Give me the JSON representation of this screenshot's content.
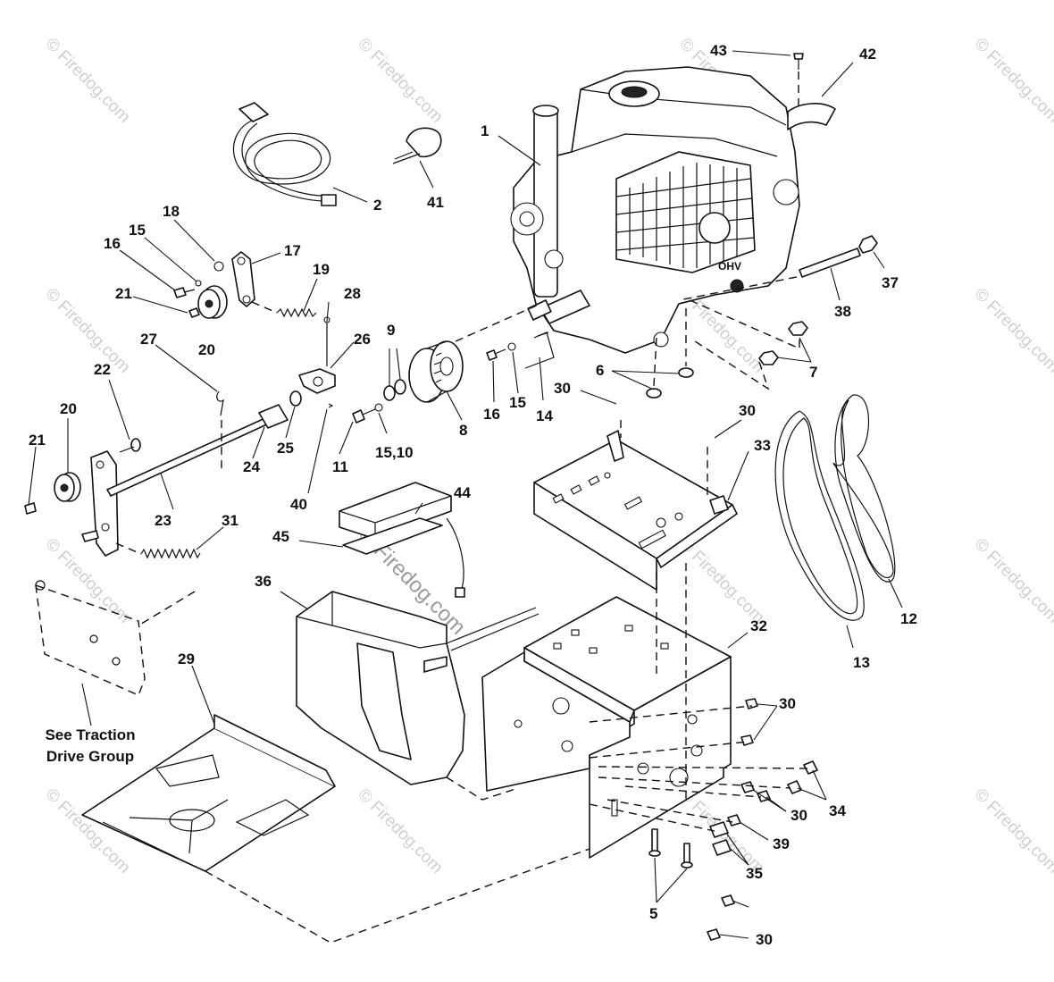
{
  "watermark": "© Firedog.com",
  "note": {
    "line1": "See Traction",
    "line2": "Drive Group"
  },
  "callouts": {
    "p1": "1",
    "p2": "2",
    "p5": "5",
    "p6": "6",
    "p7": "7",
    "p8": "8",
    "p9": "9",
    "p11": "11",
    "p12": "12",
    "p13": "13",
    "p14": "14",
    "p15a": "15",
    "p15b": "15",
    "p15_10": "15,10",
    "p16a": "16",
    "p16b": "16",
    "p17": "17",
    "p18": "18",
    "p19": "19",
    "p20a": "20",
    "p20b": "20",
    "p21a": "21",
    "p21b": "21",
    "p22": "22",
    "p23": "23",
    "p24": "24",
    "p25": "25",
    "p26": "26",
    "p27": "27",
    "p28": "28",
    "p29": "29",
    "p30a": "30",
    "p30b": "30",
    "p30c": "30",
    "p30d": "30",
    "p30e": "30",
    "p31": "31",
    "p32": "32",
    "p33": "33",
    "p34": "34",
    "p35": "35",
    "p36": "36",
    "p37": "37",
    "p38": "38",
    "p39": "39",
    "p40": "40",
    "p41": "41",
    "p42": "42",
    "p43": "43",
    "p44": "44",
    "p45": "45"
  }
}
